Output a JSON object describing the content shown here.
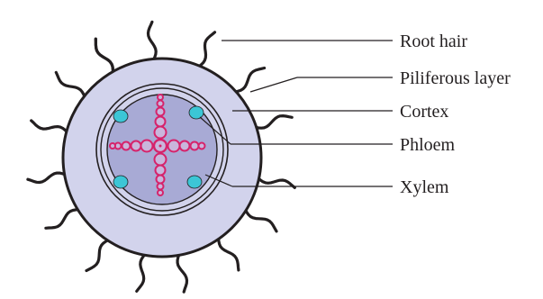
{
  "labels": {
    "root_hair": "Root hair",
    "piliferous_layer": "Piliferous layer",
    "cortex": "Cortex",
    "phloem": "Phloem",
    "xylem": "Xylem"
  },
  "colors": {
    "cortex_fill": "#d2d3ec",
    "stele_fill": "#a8aad5",
    "outline": "#231f20",
    "xylem_stroke": "#d6236b",
    "phloem_fill": "#3cc6d6",
    "leader_line": "#231f20"
  }
}
